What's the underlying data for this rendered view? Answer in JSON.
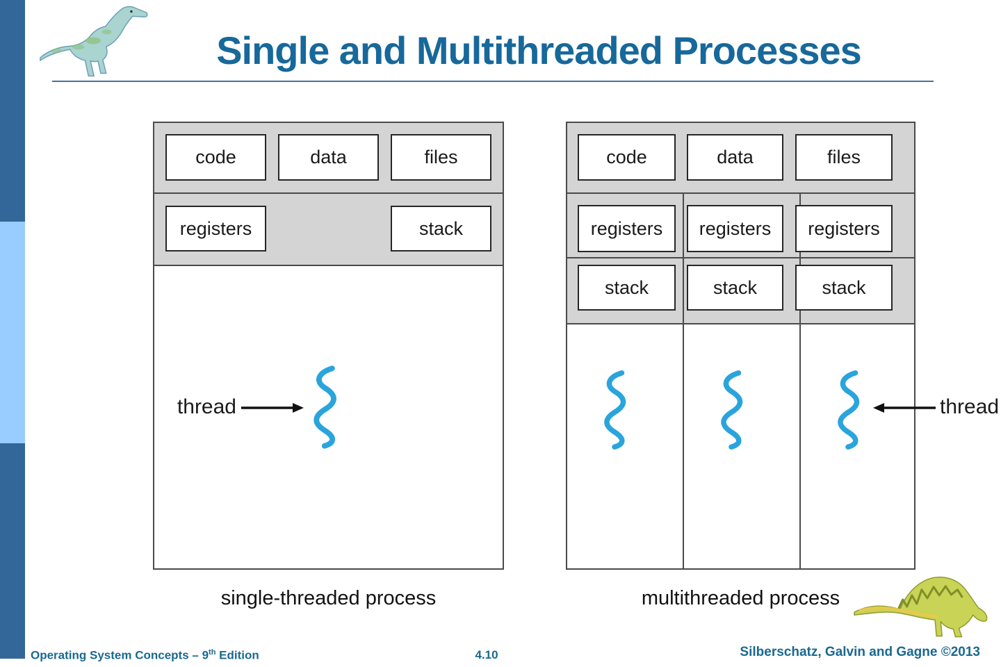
{
  "header": {
    "title": "Single and Multithreaded Processes"
  },
  "single_diagram": {
    "caption": "single-threaded process",
    "top_row": [
      "code",
      "data",
      "files"
    ],
    "second_row": [
      "registers",
      "stack"
    ],
    "thread_label": "thread"
  },
  "multi_diagram": {
    "caption": "multithreaded process",
    "top_row": [
      "code",
      "data",
      "files"
    ],
    "registers_row": [
      "registers",
      "registers",
      "registers"
    ],
    "stack_row": [
      "stack",
      "stack",
      "stack"
    ],
    "thread_label": "thread"
  },
  "footer": {
    "book": "Operating System Concepts – 9",
    "edition_sup": "th",
    "edition_rest": " Edition",
    "page": "4.10",
    "credit": "Silberschatz, Galvin and Gagne ©2013"
  },
  "icons": {
    "top_left": "dinosaur-logo",
    "bottom_right": "lizard-logo",
    "thread": "squiggle"
  },
  "colors": {
    "sidebar_dark_blue": "#336699",
    "sidebar_light_blue": "#99ccff",
    "title_blue": "#17689b",
    "footer_blue": "#19698f",
    "panel_gray": "#d4d4d4",
    "thread_cyan": "#2aa4dc",
    "line_dark": "#4a4a4a"
  }
}
